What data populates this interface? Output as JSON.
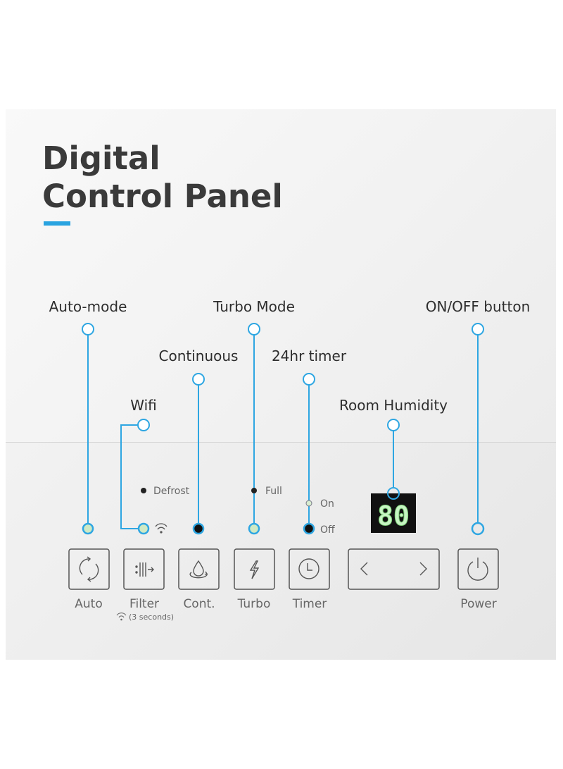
{
  "title": {
    "line1": "Digital",
    "line2": "Control Panel"
  },
  "accent_color": "#29a3e0",
  "callouts": {
    "auto_mode": "Auto-mode",
    "wifi": "Wifi",
    "continuous": "Continuous",
    "turbo_mode": "Turbo Mode",
    "timer_24hr": "24hr timer",
    "room_humidity": "Room Humidity",
    "on_off": "ON/OFF button"
  },
  "indicators": {
    "defrost": "Defrost",
    "full": "Full",
    "on": "On",
    "off": "Off"
  },
  "display": {
    "value": "80"
  },
  "buttons": {
    "auto": "Auto",
    "filter": "Filter",
    "filter_note": "(3 seconds)",
    "cont": "Cont.",
    "turbo": "Turbo",
    "timer": "Timer",
    "power": "Power"
  }
}
